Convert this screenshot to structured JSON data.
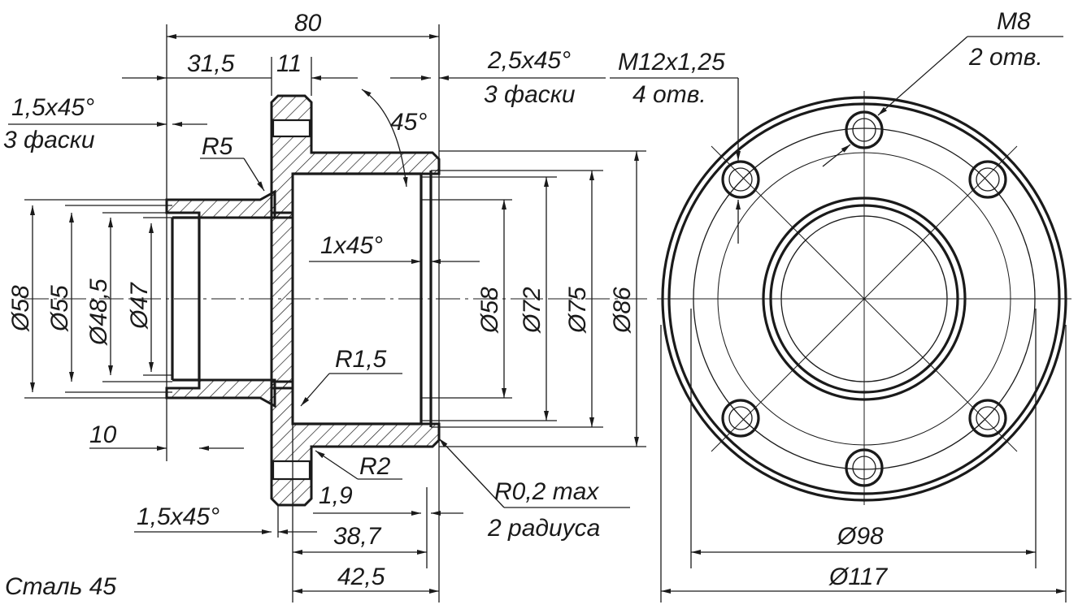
{
  "drawing": {
    "material": "Сталь 45",
    "side_view": {
      "dims": {
        "overall_length": "80",
        "hub_length": "31,5",
        "flange_thickness": "11",
        "chamfer_right_top": "2,5x45°",
        "chamfer_right_top_note": "3 фаски",
        "chamfer_left_top": "1,5x45°",
        "chamfer_left_top_note": "3 фаски",
        "fillet_r5": "R5",
        "angle_45": "45°",
        "chamfer_inner": "1x45°",
        "fillet_r1_5": "R1,5",
        "fillet_r2": "R2",
        "fillet_r0_2": "R0,2 max",
        "fillet_r0_2_note": "2 радиуса",
        "left_offset": "10",
        "groove": "1,9",
        "chamfer_bottom": "1,5x45°",
        "bore_depth_a": "38,7",
        "bore_depth_b": "42,5",
        "d58_outer": "Ø58",
        "d55": "Ø55",
        "d48_5": "Ø48,5",
        "d47": "Ø47",
        "d58_inner": "Ø58",
        "d72": "Ø72",
        "d75": "Ø75",
        "d86": "Ø86"
      }
    },
    "front_view": {
      "dims": {
        "thread_top": "M12x1,25",
        "thread_top_note": "4 отв.",
        "hole_m8": "M8",
        "hole_m8_note": "2 отв.",
        "d98": "Ø98",
        "d117": "Ø117"
      }
    }
  }
}
